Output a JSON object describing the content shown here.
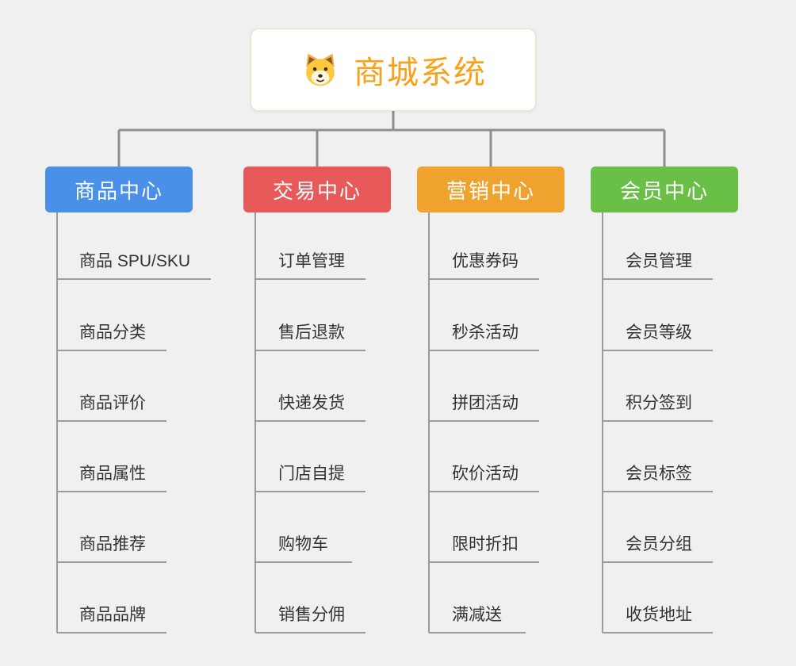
{
  "root": {
    "title": "商城系统",
    "icon": "dog-icon",
    "accent_color": "#f7a21b"
  },
  "branches": [
    {
      "label": "商品中心",
      "color": "#4a90e8",
      "items": [
        "商品 SPU/SKU",
        "商品分类",
        "商品评价",
        "商品属性",
        "商品推荐",
        "商品品牌"
      ]
    },
    {
      "label": "交易中心",
      "color": "#e85a5a",
      "items": [
        "订单管理",
        "售后退款",
        "快递发货",
        "门店自提",
        "购物车",
        "销售分佣"
      ]
    },
    {
      "label": "营销中心",
      "color": "#efa22e",
      "items": [
        "优惠券码",
        "秒杀活动",
        "拼团活动",
        "砍价活动",
        "限时折扣",
        "满减送"
      ]
    },
    {
      "label": "会员中心",
      "color": "#6abf47",
      "items": [
        "会员管理",
        "会员等级",
        "积分签到",
        "会员标签",
        "会员分组",
        "收货地址"
      ]
    }
  ],
  "connector_color": "#8f8f8f"
}
